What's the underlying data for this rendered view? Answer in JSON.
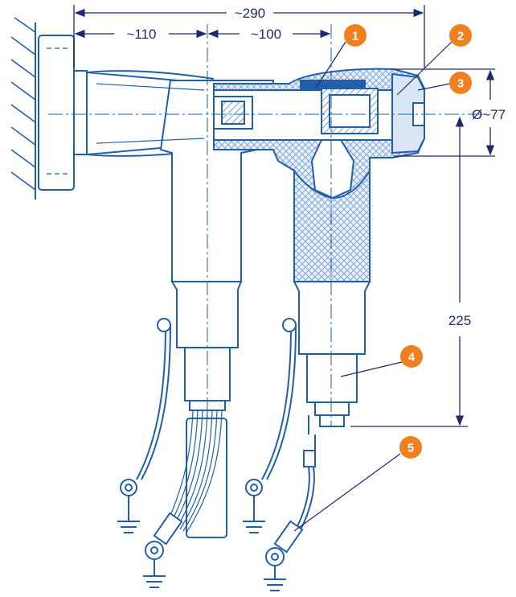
{
  "colors": {
    "line": "#1f5fae",
    "dim": "#1e2a6e",
    "marker": "#f07f1e",
    "hatch": "#7b9fd0",
    "white": "#ffffff"
  },
  "dimensions": {
    "overall_width": "~290",
    "left_width": "~110",
    "right_width": "~100",
    "diameter": "Ø~77",
    "height": "225"
  },
  "markers": [
    "1",
    "2",
    "3",
    "4",
    "5"
  ]
}
